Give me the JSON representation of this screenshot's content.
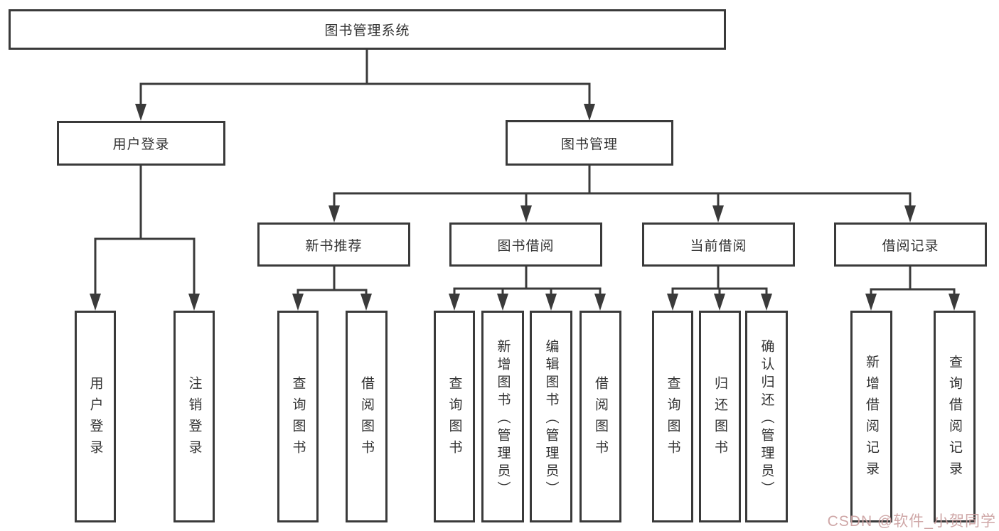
{
  "tree": {
    "root": {
      "label": "图书管理系统"
    },
    "branches": [
      {
        "label": "用户登录",
        "children": [
          {
            "label": "用户登录"
          },
          {
            "label": "注销登录"
          }
        ]
      },
      {
        "label": "图书管理",
        "children": [
          {
            "label": "新书推荐",
            "children": [
              {
                "label": "查询图书"
              },
              {
                "label": "借阅图书"
              }
            ]
          },
          {
            "label": "图书借阅",
            "children": [
              {
                "label": "查询图书"
              },
              {
                "label": "新增图书（管理员）"
              },
              {
                "label": "编辑图书（管理员）"
              },
              {
                "label": "借阅图书"
              }
            ]
          },
          {
            "label": "当前借阅",
            "children": [
              {
                "label": "查询图书"
              },
              {
                "label": "归还图书"
              },
              {
                "label": "确认归还（管理员）"
              }
            ]
          },
          {
            "label": "借阅记录",
            "children": [
              {
                "label": "新增借阅记录"
              },
              {
                "label": "查询借阅记录"
              }
            ]
          }
        ]
      }
    ]
  },
  "watermark": {
    "text": "CSDN @软件_小贺同学"
  },
  "colors": {
    "line": "#3a3a3a",
    "text": "#333333",
    "background": "#ffffff",
    "watermark": "#cba0a0"
  }
}
